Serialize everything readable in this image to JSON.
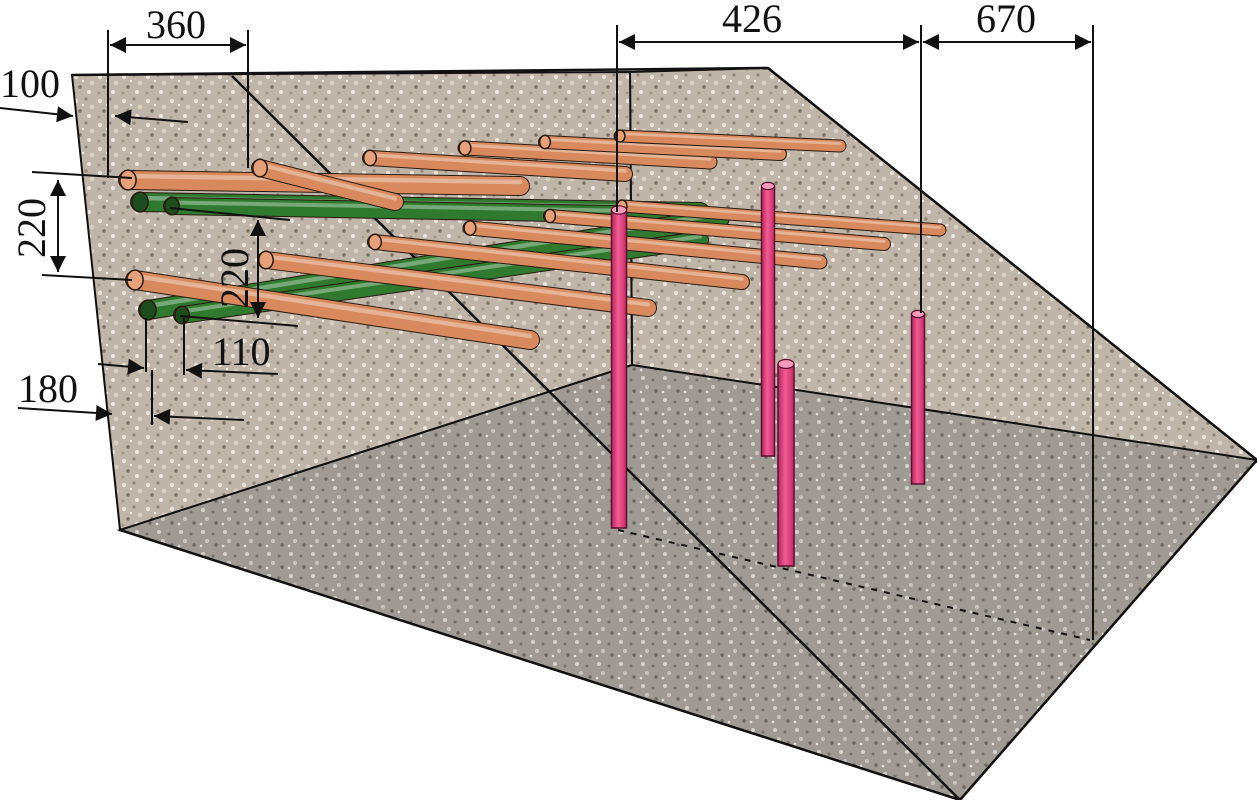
{
  "dimensions": {
    "top_left": "360",
    "top_middle": "426",
    "top_right": "670",
    "left_top": "100",
    "left_vertical": "220",
    "inner_vertical": "220",
    "lower_small": "110",
    "lower_left": "180"
  },
  "colors": {
    "rock_wall": "#b8ada0",
    "rock_floor": "#9a958f",
    "orange_rod": "#d88a5e",
    "green_rod": "#2f7a2f",
    "pink_rod": "#e8417f",
    "line": "#111111"
  }
}
